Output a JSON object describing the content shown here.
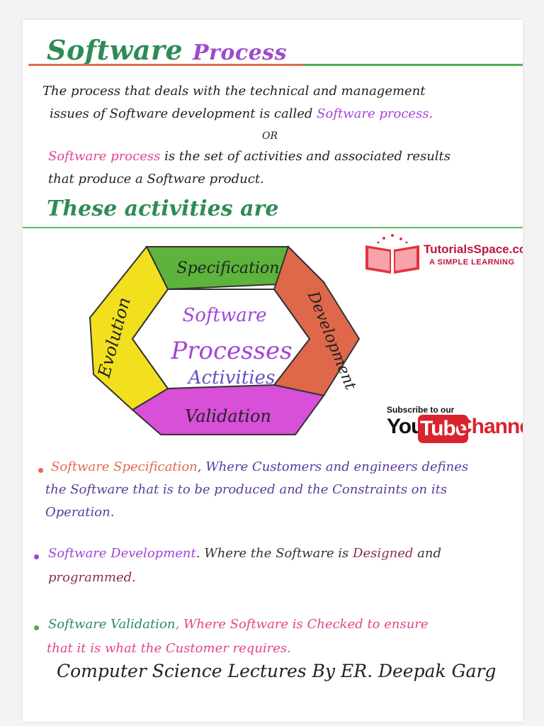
{
  "title": {
    "word1": "Software",
    "word2": "Process"
  },
  "definition": {
    "line1": "The process that deals with the technical and management",
    "line2_a": "issues of Software development is called",
    "line2_b": "Software process.",
    "or": "OR",
    "line3_a": "Software process",
    "line3_b": "is the set of activities and associated results",
    "line4": "that produce a Software product."
  },
  "activities_heading": "These activities are",
  "diagram": {
    "top": "Specification",
    "right": "Development",
    "bottom": "Validation",
    "left": "Evolution",
    "center_line1": "Software",
    "center_line2": "Processes",
    "center_line3": "Activities",
    "colors": {
      "top": "#5db33b",
      "right": "#e0684a",
      "bottom": "#d84fd8",
      "left": "#f2e01f"
    }
  },
  "logo": {
    "name": "TutorialsSpace.com",
    "tagline": "A SIMPLE LEARNING"
  },
  "youtube": {
    "subscribe": "Subscribe to our",
    "you": "You",
    "tube": "Tube",
    "channel": "Channel"
  },
  "items": [
    {
      "term": "Software Specification",
      "rest": ", Where Customers and engineers defines",
      "line2": "the Software that is to be produced and the Constraints on its",
      "line3": "Operation."
    },
    {
      "term": "Software Development",
      "rest": ". Where the Software is",
      "highlight": "Designed",
      "rest2": "and",
      "line2": "programmed."
    },
    {
      "term": "Software Validation",
      "rest": ", Where Software is Checked to ensure",
      "line2": "that it is what the Customer requires."
    }
  ],
  "footer": "Computer Science Lectures By ER. Deepak Garg"
}
